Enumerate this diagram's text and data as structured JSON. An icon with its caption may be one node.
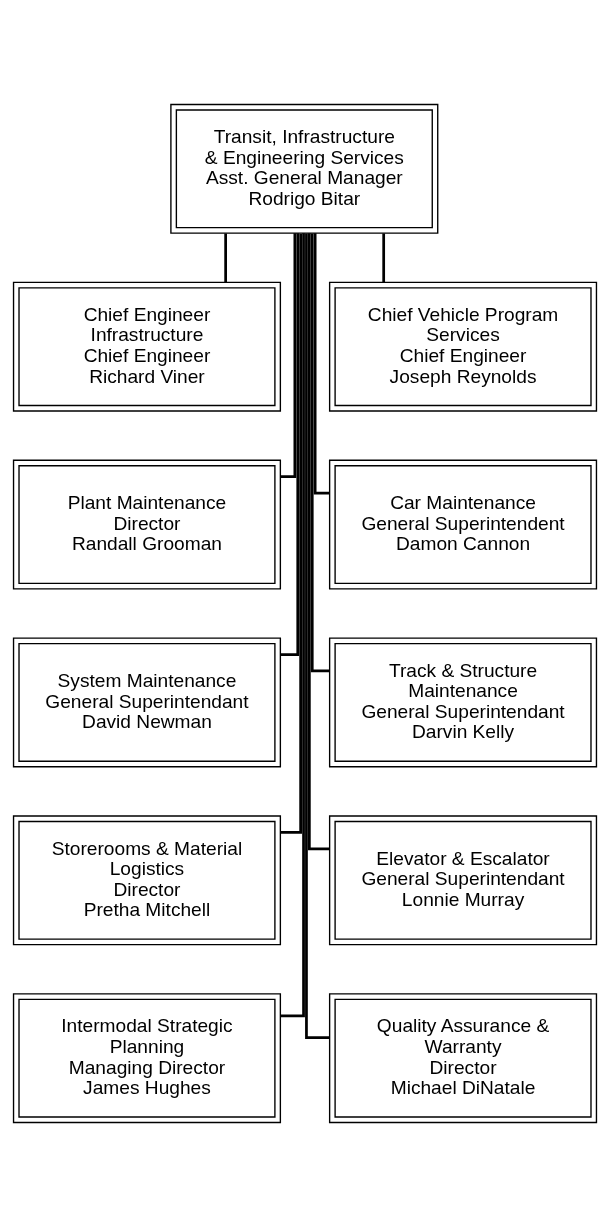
{
  "diagram": {
    "nodes": [
      {
        "text": [
          "Transit, Infrastructure & Engineering Services",
          "Asst. General Manager",
          "Rodrigo Bitar"
        ]
      },
      {
        "text": [
          "Chief Engineer Infrastructure",
          "Chief Engineer",
          "Richard Viner"
        ]
      },
      {
        "text": [
          "Chief Vehicle Program Services",
          "Chief Engineer",
          "Joseph Reynolds"
        ]
      },
      {
        "text": [
          "Plant Maintenance",
          "Director",
          "Randall Grooman"
        ]
      },
      {
        "text": [
          "Car Maintenance",
          "General Superintendent",
          "Damon Cannon"
        ]
      },
      {
        "text": [
          "System Maintenance",
          "General Superintendant",
          "David Newman"
        ]
      },
      {
        "text": [
          "Track & Structure Maintenance",
          "General Superintendant",
          "Darvin Kelly"
        ]
      },
      {
        "text": [
          "Storerooms & Material Logistics",
          "Director",
          "Pretha Mitchell"
        ]
      },
      {
        "text": [
          "Elevator & Escalator",
          "General Superintendant",
          "Lonnie Murray"
        ]
      },
      {
        "text": [
          "Intermodal Strategic Planning",
          "Managing Director",
          "James Hughes"
        ]
      },
      {
        "text": [
          "Quality Assurance & Warranty",
          "Director",
          "Michael DiNatale"
        ]
      }
    ],
    "edges": [
      {
        "from": 0,
        "to": 1,
        "arrow": "none"
      },
      {
        "from": 0,
        "to": 2,
        "arrow": "none"
      },
      {
        "from": 0,
        "to": 3,
        "arrow": "none"
      },
      {
        "from": 0,
        "to": 4,
        "arrow": "none"
      },
      {
        "from": 0,
        "to": 5,
        "arrow": "none"
      },
      {
        "from": 0,
        "to": 6,
        "arrow": "none"
      },
      {
        "from": 0,
        "to": 7,
        "arrow": "none"
      },
      {
        "from": 0,
        "to": 8,
        "arrow": "none"
      },
      {
        "from": 0,
        "to": 9,
        "arrow": "none"
      },
      {
        "from": 0,
        "to": 10,
        "arrow": "none"
      }
    ]
  }
}
